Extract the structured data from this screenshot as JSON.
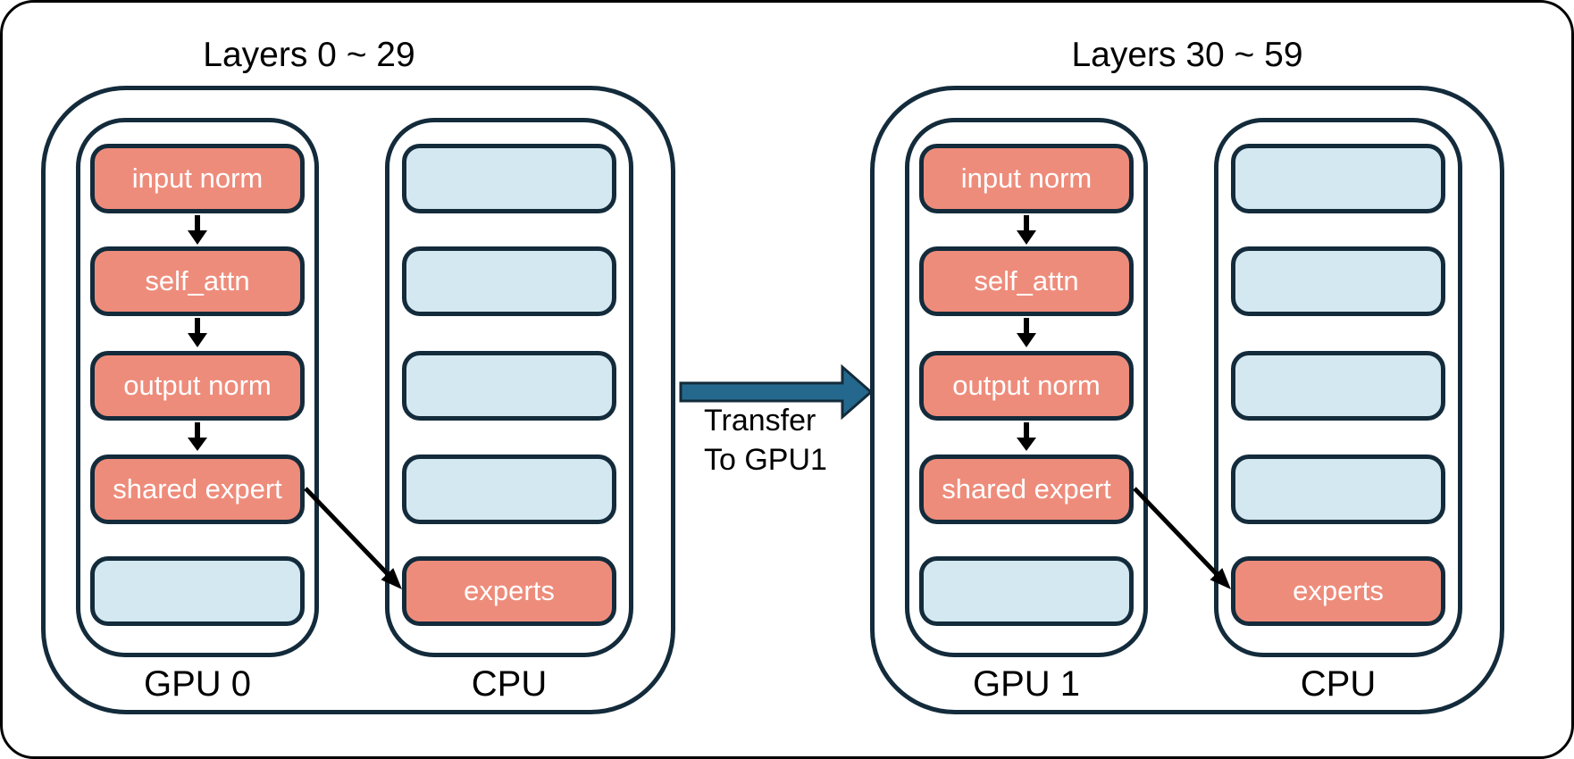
{
  "colors": {
    "outline": "#132B3B",
    "module": "#EE8C7B",
    "placeholder": "#D3E8F0",
    "transfer": "#25688E",
    "block_text": "#FFFFFF",
    "text": "#000000",
    "flow": "#000000"
  },
  "groups": [
    {
      "title": "Layers 0 ~ 29",
      "gpu": {
        "label": "GPU 0",
        "blocks": [
          "input norm",
          "self_attn",
          "output norm",
          "shared expert",
          ""
        ]
      },
      "cpu": {
        "label": "CPU",
        "blocks": [
          "",
          "",
          "",
          "",
          "experts"
        ]
      }
    },
    {
      "title": "Layers 30 ~ 59",
      "gpu": {
        "label": "GPU 1",
        "blocks": [
          "input norm",
          "self_attn",
          "output norm",
          "shared expert",
          ""
        ]
      },
      "cpu": {
        "label": "CPU",
        "blocks": [
          "",
          "",
          "",
          "",
          "experts"
        ]
      }
    }
  ],
  "transfer": {
    "line1": "Transfer",
    "line2": "To GPU1"
  }
}
